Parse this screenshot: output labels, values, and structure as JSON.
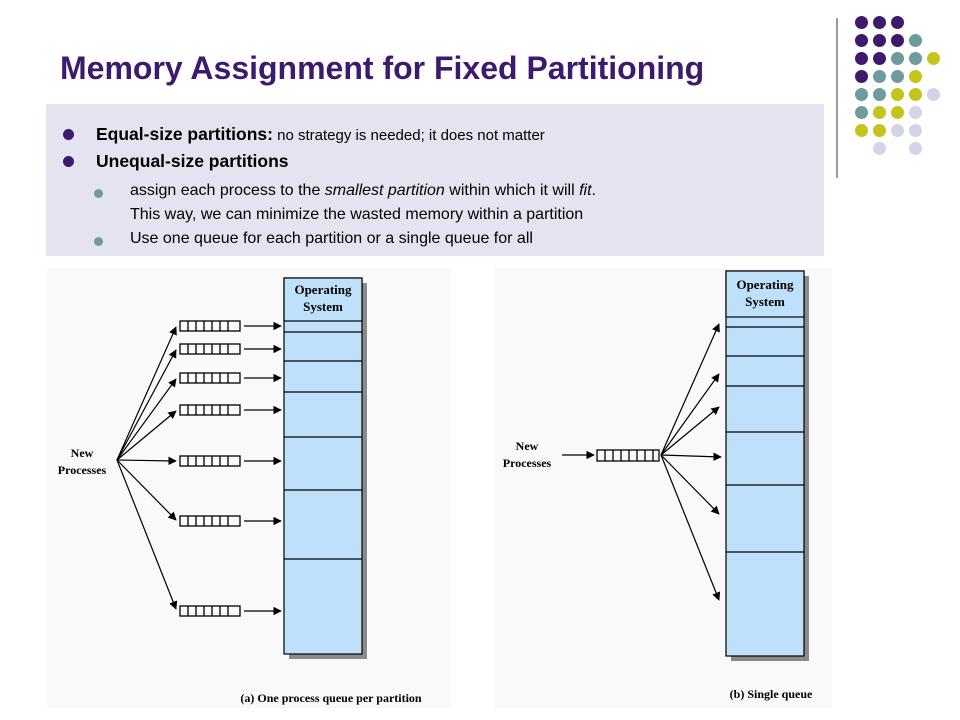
{
  "slide": {
    "title": "Memory Assignment for Fixed Partitioning",
    "bullets": [
      {
        "bold": "Equal-size partitions:",
        "rest": " no strategy is needed; it does not matter"
      },
      {
        "bold": "Unequal-size partitions",
        "rest": ""
      }
    ],
    "sub_bullets": {
      "line1_pre": "assign each process to the ",
      "line1_em1": "smallest partition",
      "line1_mid": " within which it will ",
      "line1_em2": "fit",
      "line1_post": ".",
      "line2": "This way, we can minimize the wasted memory within a partition",
      "line3": "Use one queue for each partition or a single queue for all"
    }
  },
  "diagram_a": {
    "os_label_line1": "Operating",
    "os_label_line2": "System",
    "source_line1": "New",
    "source_line2": "Processes",
    "caption": "(a) One process queue per partition"
  },
  "diagram_b": {
    "os_label_line1": "Operating",
    "os_label_line2": "System",
    "source_line1": "New",
    "source_line2": "Processes",
    "caption": "(b) Single queue"
  },
  "colors": {
    "title": "#3d1a6e",
    "purple_dot": "#3d1a6e",
    "teal_dot": "#6e9c9c",
    "olive_dot": "#c4c41c",
    "lavender_dot": "#d4d4e8",
    "memory_fill": "#bfe0fb",
    "bullet_box": "#e4e4f0"
  }
}
